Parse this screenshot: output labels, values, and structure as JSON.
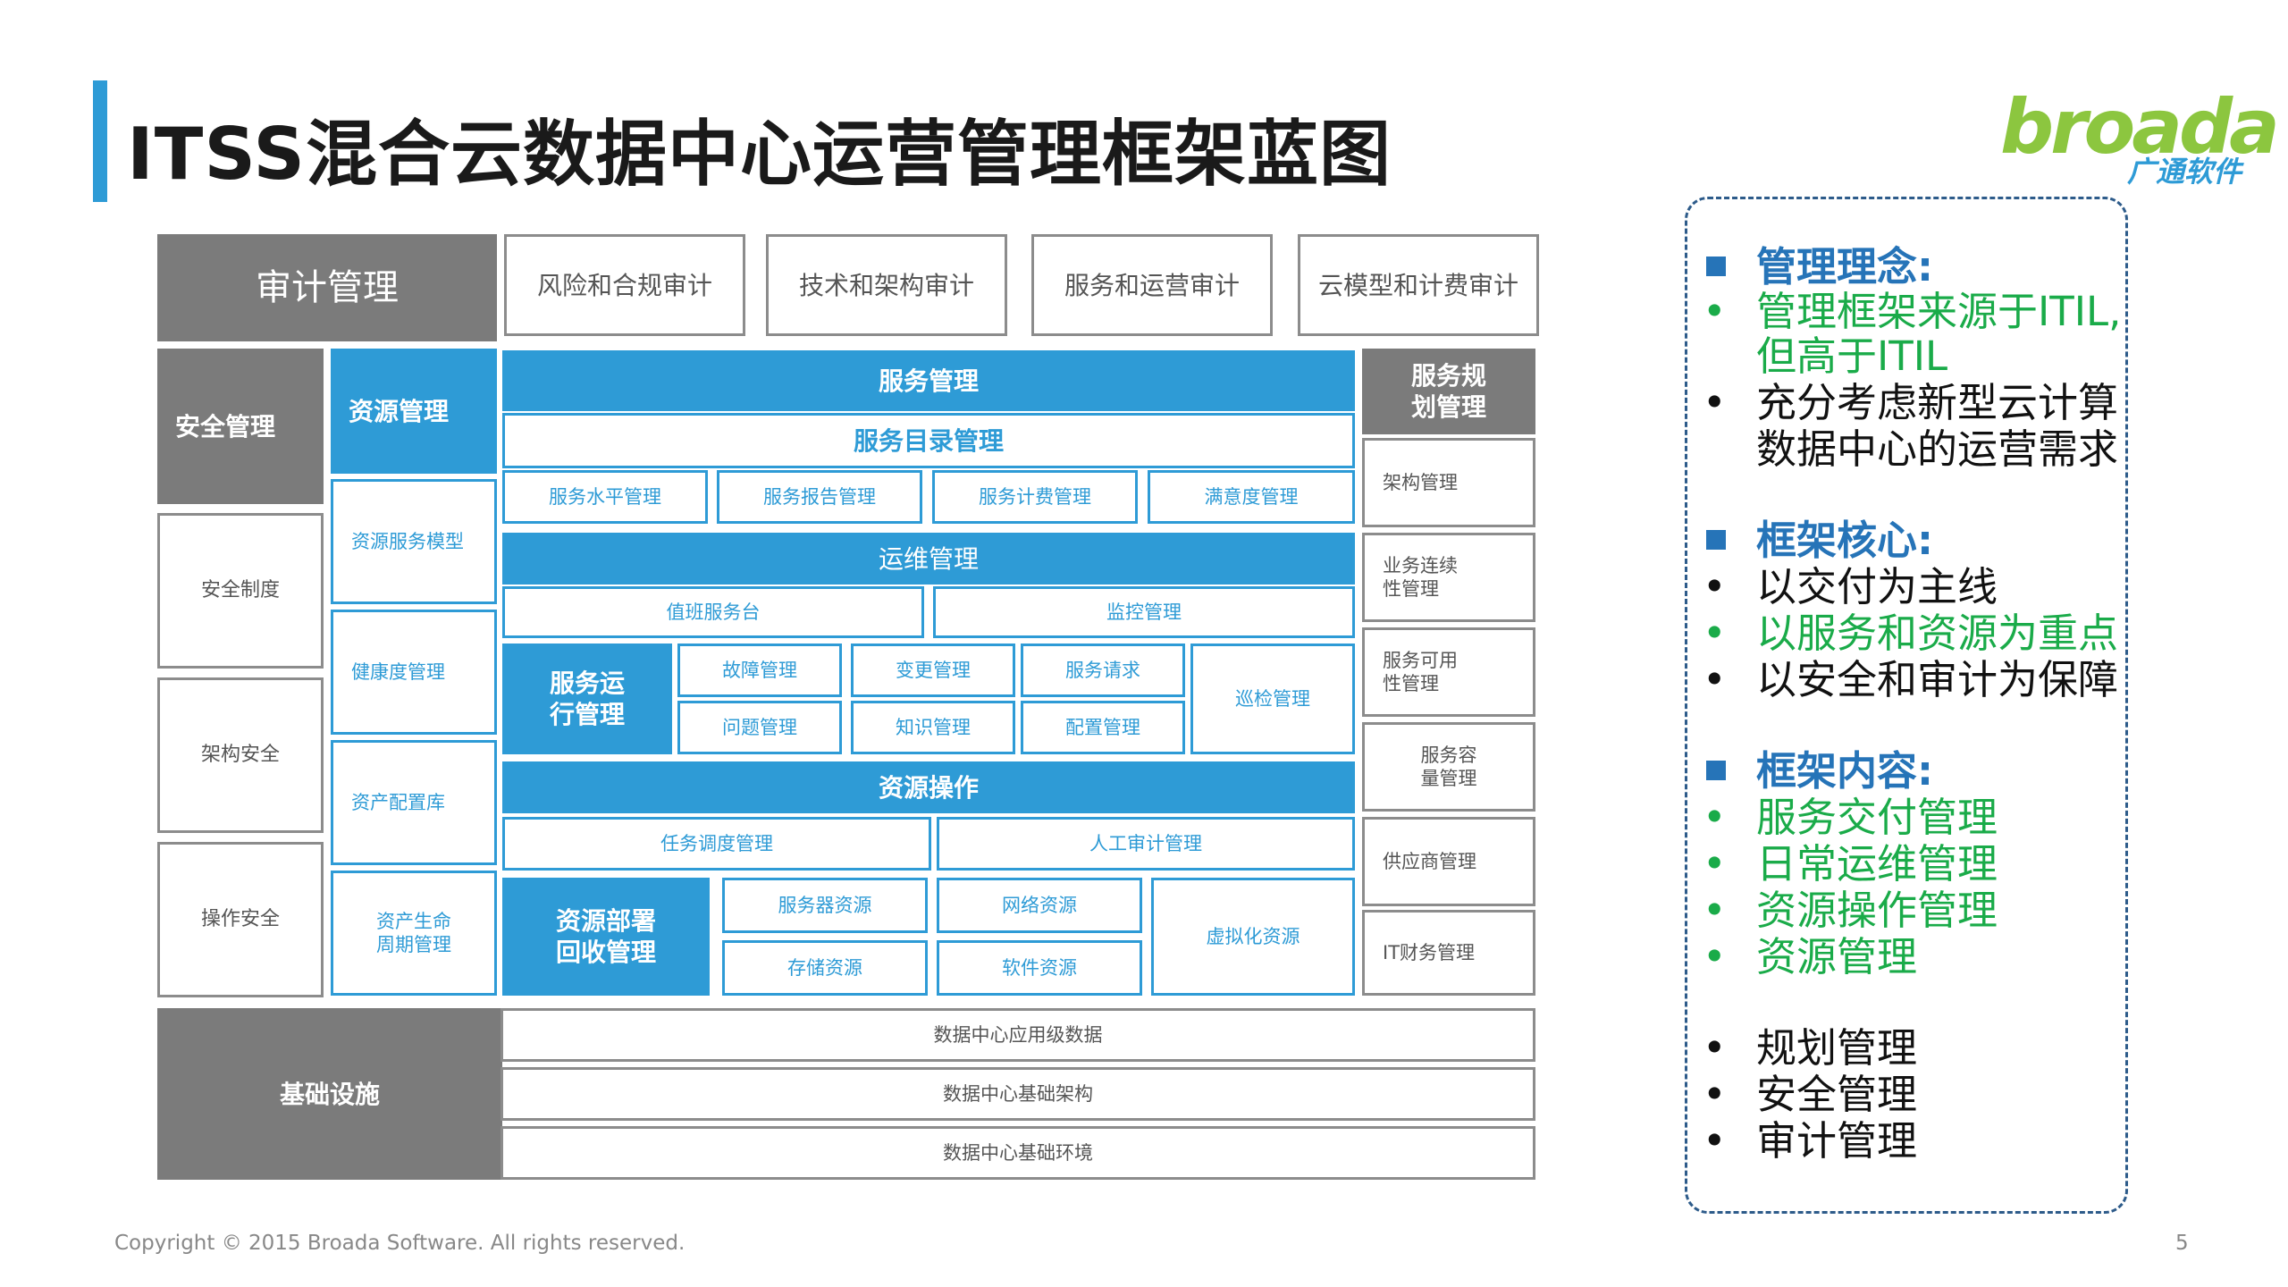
{
  "header": {
    "title": "ITSS混合云数据中心运营管理框架蓝图"
  },
  "logo": {
    "brand": "broada",
    "subtitle": "广通软件"
  },
  "diagram": {
    "audit": {
      "main": "审计管理",
      "items": [
        "风险和合规审计",
        "技术和架构审计",
        "服务和运营审计",
        "云模型和计费审计"
      ]
    },
    "security": {
      "header": "安全管理",
      "items": [
        "安全制度",
        "架构安全",
        "操作安全"
      ]
    },
    "resource": {
      "header": "资源管理",
      "items": [
        "资源服务模型",
        "健康度管理",
        "资产配置库",
        "资产生命\n周期管理"
      ]
    },
    "service_mgmt": {
      "header": "服务管理",
      "catalog": "服务目录管理",
      "items": [
        "服务水平管理",
        "服务报告管理",
        "服务计费管理",
        "满意度管理"
      ]
    },
    "ops_mgmt": {
      "header": "运维管理",
      "row": [
        "值班服务台",
        "监控管理"
      ],
      "run_header": "服务运\n行管理",
      "grid": [
        "故障管理",
        "变更管理",
        "服务请求",
        "问题管理",
        "知识管理",
        "配置管理"
      ],
      "patrol": "巡检管理"
    },
    "resource_ops": {
      "header": "资源操作",
      "row": [
        "任务调度管理",
        "人工审计管理"
      ],
      "deploy_header": "资源部署\n回收管理",
      "grid": [
        "服务器资源",
        "网络资源",
        "存储资源",
        "软件资源"
      ],
      "virtual": "虚拟化资源"
    },
    "planning": {
      "header": "服务规\n划管理",
      "items": [
        "架构管理",
        "业务连续\n性管理",
        "服务可用\n性管理",
        "服务容\n量管理",
        "供应商管理",
        "IT财务管理"
      ]
    },
    "infra": {
      "header": "基础设施",
      "items": [
        "数据中心应用级数据",
        "数据中心基础架构",
        "数据中心基础环境"
      ]
    }
  },
  "panel": {
    "concept_title": "管理理念:",
    "concept_1": "管理框架来源于ITIL,",
    "concept_1b": "但高于ITIL",
    "concept_2": "充分考虑新型云计算",
    "concept_2b": "数据中心的运营需求",
    "core_title": "框架核心:",
    "core_1": "以交付为主线",
    "core_2": "以服务和资源为重点",
    "core_3": "以安全和审计为保障",
    "content_title": "框架内容:",
    "content_1": "服务交付管理",
    "content_2": "日常运维管理",
    "content_3": "资源操作管理",
    "content_4": "资源管理",
    "other_1": "规划管理",
    "other_2": "安全管理",
    "other_3": "审计管理"
  },
  "footer": {
    "copyright": "Copyright © 2015 Broada Software. All rights reserved.",
    "page": "5"
  },
  "colors": {
    "blue": "#2e9bd6",
    "gray": "#7b7b7b",
    "green": "#1aab49",
    "dark_blue": "#2674b8"
  }
}
